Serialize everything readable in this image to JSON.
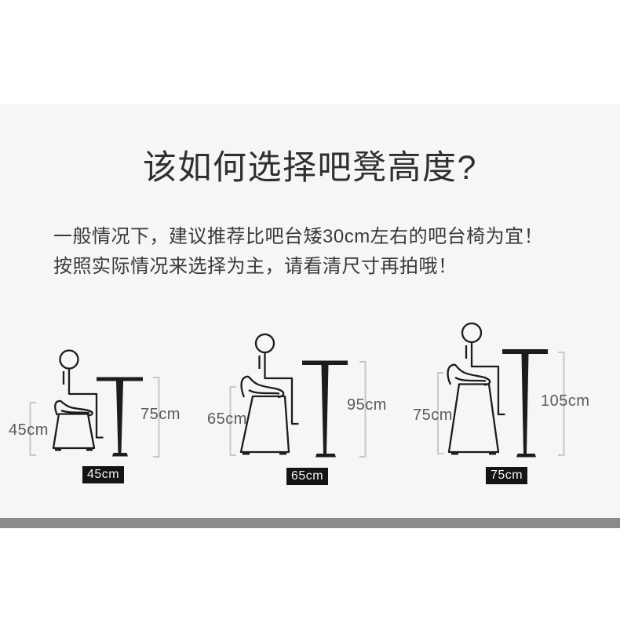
{
  "page": {
    "title": "该如何选择吧凳高度?",
    "description_line1": "一般情况下，建议推荐比吧台矮30cm左右的吧台椅为宜！",
    "description_line2": "按照实际情况来选择为主，请看清尺寸再拍哦！"
  },
  "diagrams": [
    {
      "stool_height": "45cm",
      "table_height": "75cm",
      "badge_label": "45cm"
    },
    {
      "stool_height": "65cm",
      "table_height": "95cm",
      "badge_label": "65cm"
    },
    {
      "stool_height": "75cm",
      "table_height": "105cm",
      "badge_label": "75cm"
    }
  ],
  "colors": {
    "section_background": "#f6f6f6",
    "divider_band": "#8a8a8a",
    "line_art": "#1c1c1c",
    "dimension_bracket": "#c8c8c8",
    "dimension_text": "#5b5b5b",
    "badge_background": "#141414",
    "badge_text": "#f2f2f2"
  }
}
